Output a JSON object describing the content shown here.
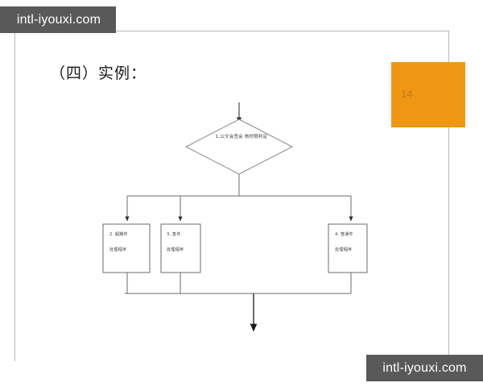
{
  "watermarks": {
    "top": "intl-iyouxi.com",
    "bottom": "intl-iyouxi.com"
  },
  "slide": {
    "heading": "（四）实例：",
    "page_number": "14",
    "accent_color": "#ef9715",
    "frame_color": "#b9b9b9"
  },
  "diagram": {
    "type": "flowchart",
    "line_color": "#6b6b6b",
    "node_fill": "#ffffff",
    "decision": {
      "id": "node-decision",
      "shape": "diamond",
      "line1": "1.公文会签会",
      "line2": "核时限判定"
    },
    "processes": [
      {
        "id": "node-process-1",
        "shape": "rectangle",
        "line1": "2. 超期件",
        "line2": "处理程序"
      },
      {
        "id": "node-process-2",
        "shape": "rectangle",
        "line1": "3. 急件",
        "line2": "处理程序"
      },
      {
        "id": "node-process-3",
        "shape": "rectangle",
        "line1": "4. 普通件",
        "line2": "处理程序"
      }
    ]
  }
}
